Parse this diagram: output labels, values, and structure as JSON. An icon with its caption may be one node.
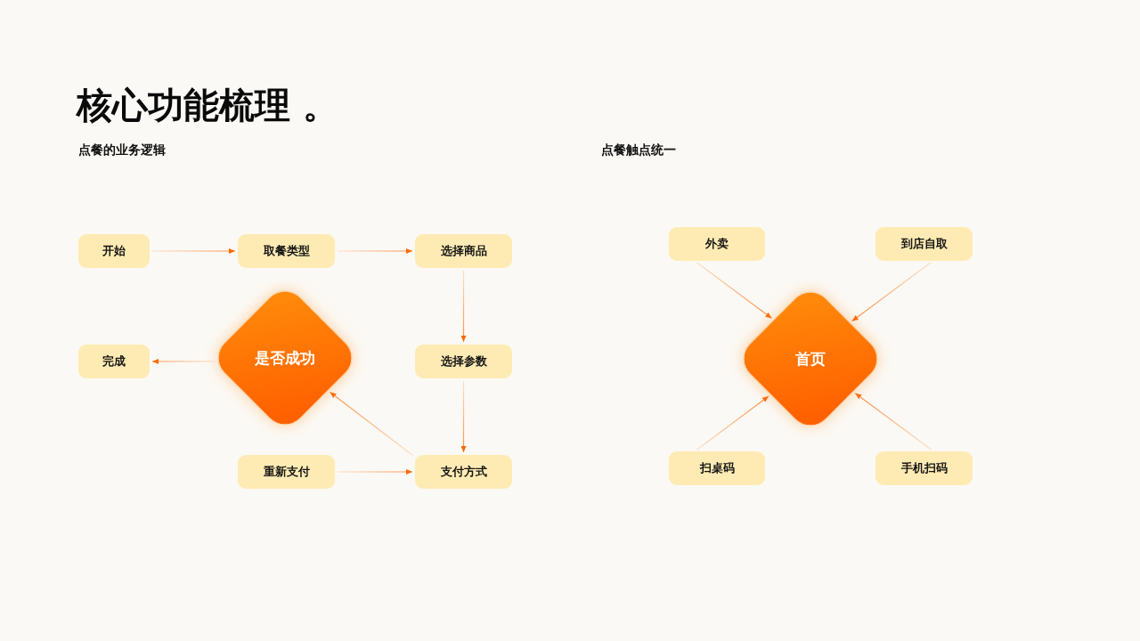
{
  "diagram": {
    "title": "核心功能梳理 。",
    "nodes": [
      {
        "text": [
          "开始"
        ]
      },
      {
        "text": [
          "取餐类型"
        ]
      },
      {
        "text": [
          "选择商品"
        ]
      },
      {
        "text": [
          "是否成功"
        ]
      },
      {
        "text": [
          "完成"
        ]
      },
      {
        "text": [
          "选择参数"
        ]
      },
      {
        "text": [
          "重新支付"
        ]
      },
      {
        "text": [
          "支付方式"
        ]
      },
      {
        "text": [
          "外卖"
        ]
      },
      {
        "text": [
          "到店自取"
        ]
      },
      {
        "text": [
          "首页"
        ]
      },
      {
        "text": [
          "扫桌码"
        ]
      },
      {
        "text": [
          "手机扫码"
        ]
      }
    ],
    "edges": [
      {
        "from": 0,
        "to": 1,
        "arrow": "to"
      },
      {
        "from": 1,
        "to": 2,
        "arrow": "to"
      },
      {
        "from": 2,
        "to": 5,
        "arrow": "to"
      },
      {
        "from": 5,
        "to": 7,
        "arrow": "to"
      },
      {
        "from": 7,
        "to": 3,
        "arrow": "to"
      },
      {
        "from": 3,
        "to": 4,
        "arrow": "to"
      },
      {
        "from": 6,
        "to": 7,
        "arrow": "to"
      },
      {
        "from": 8,
        "to": 10,
        "arrow": "to"
      },
      {
        "from": 9,
        "to": 10,
        "arrow": "to"
      },
      {
        "from": 11,
        "to": 10,
        "arrow": "to"
      },
      {
        "from": 12,
        "to": 10,
        "arrow": "to"
      }
    ],
    "labels": [
      "点餐的业务逻辑",
      "点餐触点统一"
    ]
  }
}
